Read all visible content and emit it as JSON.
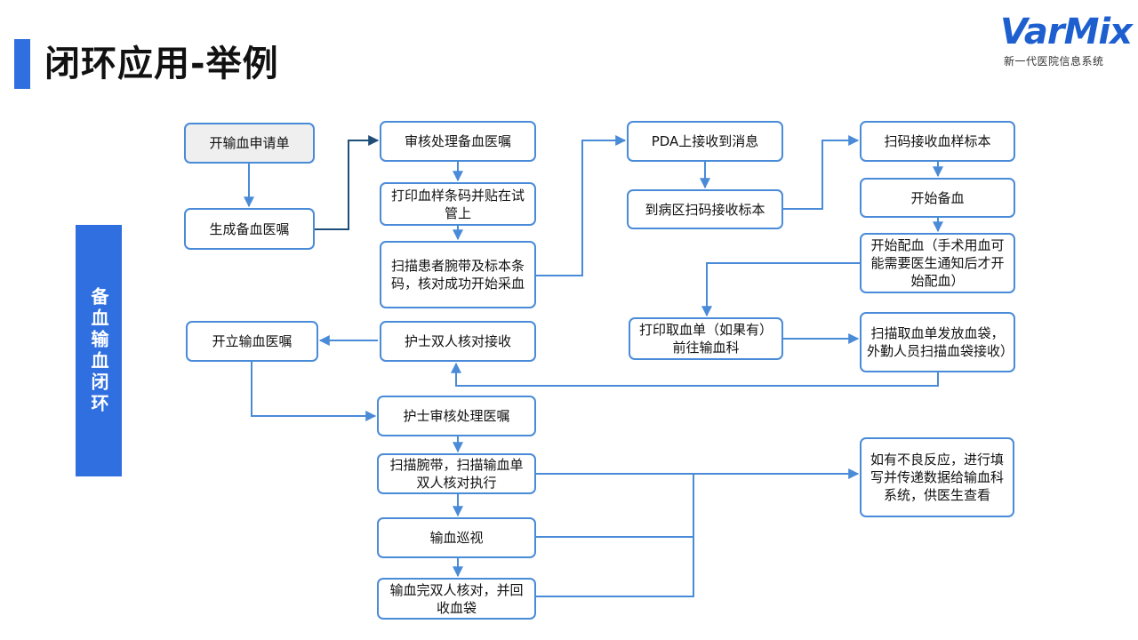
{
  "header": {
    "title": "闭环应用-举例",
    "logo": "VarMix",
    "logo_sub": "新一代医院信息系统"
  },
  "side_label": "备血输血闭环",
  "nodes": {
    "start_request": "开输血申请单",
    "gen_order": "生成备血医嘱",
    "review_order": "审核处理备血医嘱",
    "print_barcode": "打印血样条码并贴在试管上",
    "scan_patient": "扫描患者腕带及标本条码，核对成功开始采血",
    "pda_receive": "PDA上接收到消息",
    "ward_scan": "到病区扫码接收标本",
    "scan_sample": "扫码接收血样标本",
    "start_prep": "开始备血",
    "start_match": "开始配血（手术用血可能需要医生通知后才开始配血）",
    "print_pickup": "打印取血单（如果有）前往输血科",
    "scan_pickup": "扫描取血单发放血袋，外勤人员扫描血袋接收）",
    "nurse_double_receive": "护士双人核对接收",
    "open_transfusion": "开立输血医嘱",
    "nurse_review": "护士审核处理医嘱",
    "scan_execute": "扫描腕带，扫描输血单双人核对执行",
    "patrol": "输血巡视",
    "complete": "输血完双人核对，并回收血袋",
    "adverse": "如有不良反应，进行填写并传递数据给输血科系统，供医生查看"
  }
}
